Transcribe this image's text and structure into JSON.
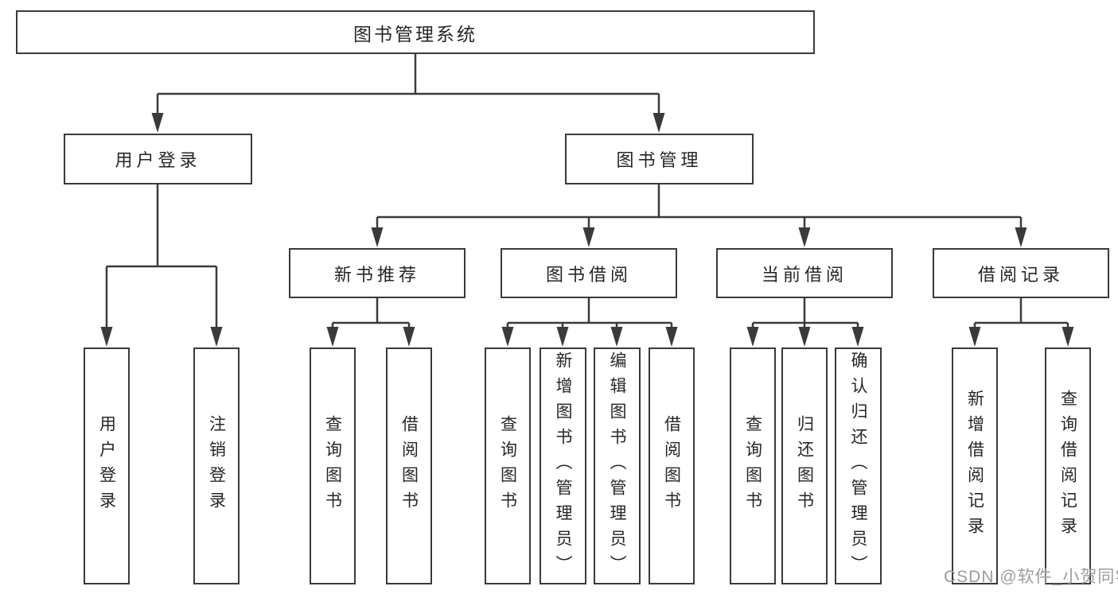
{
  "diagram_title": "图书管理系统",
  "tree": {
    "label": "图书管理系统",
    "children": [
      {
        "label": "用户登录",
        "children": [
          {
            "label": "用户登录"
          },
          {
            "label": "注销登录"
          }
        ]
      },
      {
        "label": "图书管理",
        "children": [
          {
            "label": "新书推荐",
            "children": [
              {
                "label": "查询图书"
              },
              {
                "label": "借阅图书"
              }
            ]
          },
          {
            "label": "图书借阅",
            "children": [
              {
                "label": "查询图书"
              },
              {
                "label": "新增图书（管理员）"
              },
              {
                "label": "编辑图书（管理员）"
              },
              {
                "label": "借阅图书"
              }
            ]
          },
          {
            "label": "当前借阅",
            "children": [
              {
                "label": "查询图书"
              },
              {
                "label": "归还图书"
              },
              {
                "label": "确认归还（管理员）"
              }
            ]
          },
          {
            "label": "借阅记录",
            "children": [
              {
                "label": "新增借阅记录"
              },
              {
                "label": "查询借阅记录"
              }
            ]
          }
        ]
      }
    ]
  },
  "watermark": {
    "text": "CSDN @软件_小贺同学"
  },
  "colors": {
    "line": "#3a3a3a",
    "text": "#262626",
    "background": "#ffffff",
    "watermark": "#9c9c9c"
  }
}
